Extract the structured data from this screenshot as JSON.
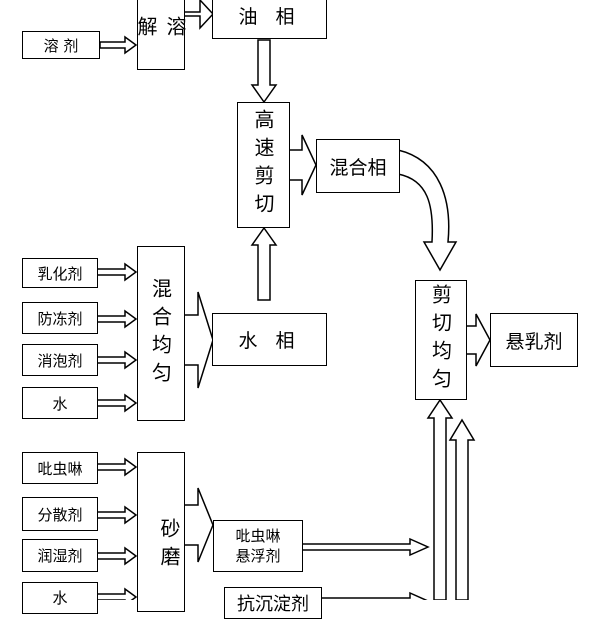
{
  "boxes": {
    "solvent": "溶 剂",
    "dissolve": "溶 解",
    "oil_phase": "油 相",
    "high_speed_shear": "高速剪切",
    "mixed_phase": "混合相",
    "emulsifier": "乳化剂",
    "antifreeze": "防冻剂",
    "defoamer": "消泡剂",
    "water1": "水",
    "mix_uniform": "混合均匀",
    "water_phase": "水 相",
    "shear_uniform": "剪切均匀",
    "suspoemulsion": "悬乳剂",
    "imidacloprid": "吡虫啉",
    "dispersant": "分散剂",
    "wetting_agent": "润湿剂",
    "water2": "水",
    "sand_grinding": "砂磨",
    "imidacloprid_suspension": "吡虫啉\n悬浮剂",
    "anti_settling": "抗沉淀剂"
  }
}
